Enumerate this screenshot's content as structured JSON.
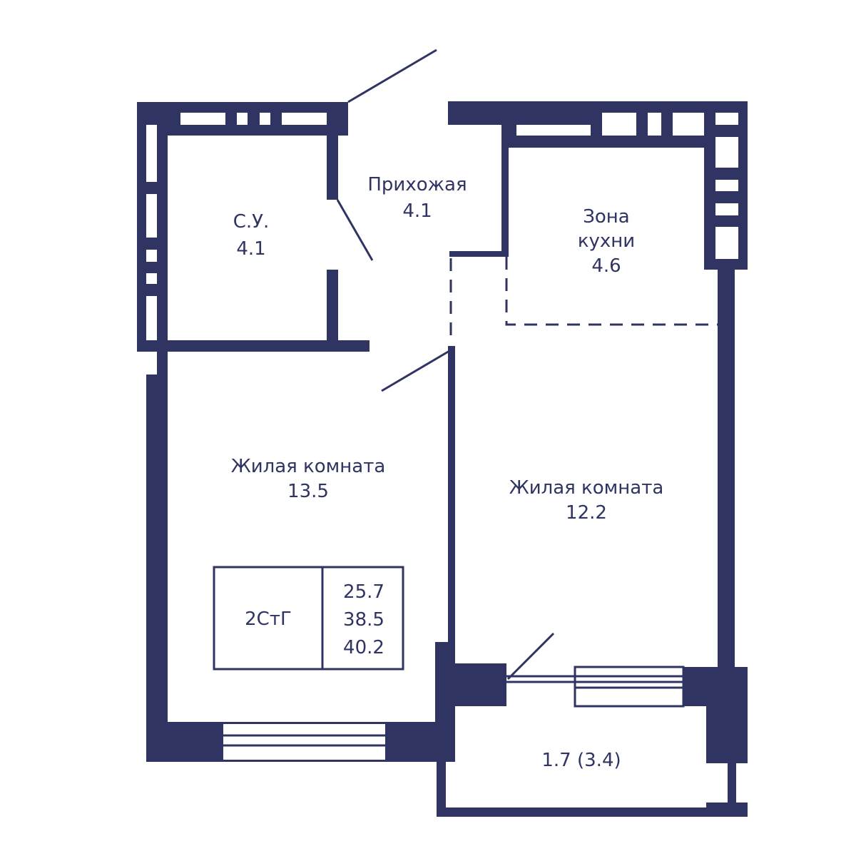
{
  "colors": {
    "wall": "#2f3462",
    "background": "#ffffff"
  },
  "rooms": [
    {
      "name": "Прихожая",
      "area": "4.1"
    },
    {
      "name": "С.У.",
      "area": "4.1"
    },
    {
      "name_line1": "Зона",
      "name_line2": "кухни",
      "area": "4.6"
    },
    {
      "name": "Жилая комната",
      "area": "13.5"
    },
    {
      "name": "Жилая комната",
      "area": "12.2"
    }
  ],
  "balcony": {
    "area": "1.7 (3.4)"
  },
  "info": {
    "type": "2СтГ",
    "living_area": "25.7",
    "area_without_balcony": "38.5",
    "total_area": "40.2"
  }
}
